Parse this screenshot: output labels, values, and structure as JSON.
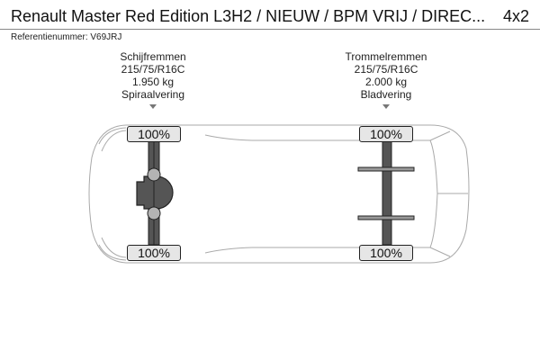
{
  "header": {
    "title": "Renault Master Red Edition L3H2 / NIEUW / BPM VRIJ / DIREC...",
    "axle_config": "4x2"
  },
  "reference": {
    "label": "Referentienummer: V69JRJ"
  },
  "axles": [
    {
      "position": "front",
      "brakes": "Schijfremmen",
      "tire_size": "215/75/R16C",
      "load": "1.950 kg",
      "suspension": "Spiraalvering",
      "tires": [
        {
          "side": "left",
          "tread": "100%"
        },
        {
          "side": "right",
          "tread": "100%"
        }
      ],
      "driven": true
    },
    {
      "position": "rear",
      "brakes": "Trommelremmen",
      "tire_size": "215/75/R16C",
      "load": "2.000 kg",
      "suspension": "Bladvering",
      "tires": [
        {
          "side": "left",
          "tread": "100%"
        },
        {
          "side": "right",
          "tread": "100%"
        }
      ],
      "driven": false
    }
  ],
  "colors": {
    "axle_dark": "#555555",
    "hub_gray": "#b3b3b3",
    "tire_label_bg": "#e6e6e6",
    "outline": "#222222",
    "body_outline": "#aaaaaa",
    "leaf_spring": "#999999"
  }
}
